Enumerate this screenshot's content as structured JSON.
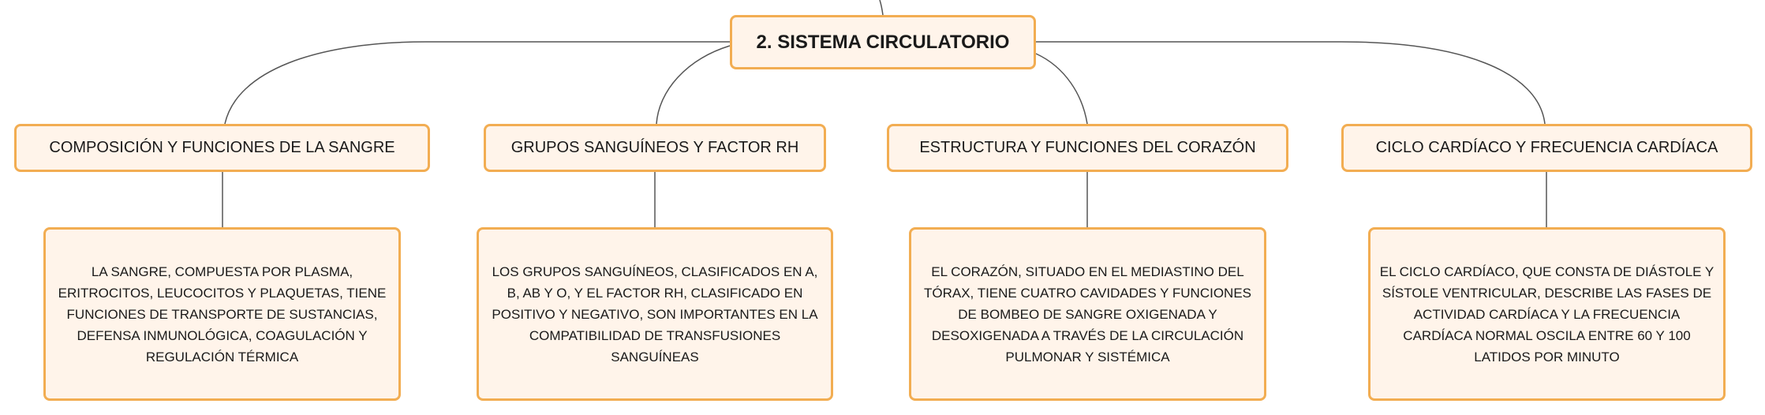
{
  "root": {
    "title": "2. SISTEMA CIRCULATORIO"
  },
  "branches": [
    {
      "topic": "COMPOSICIÓN Y FUNCIONES DE LA SANGRE",
      "detail": "LA SANGRE, COMPUESTA POR PLASMA, ERITROCITOS, LEUCOCITOS Y PLAQUETAS, TIENE FUNCIONES DE TRANSPORTE DE SUSTANCIAS, DEFENSA INMUNOLÓGICA, COAGULACIÓN Y REGULACIÓN TÉRMICA"
    },
    {
      "topic": "GRUPOS SANGUÍNEOS Y FACTOR RH",
      "detail": "LOS GRUPOS SANGUÍNEOS, CLASIFICADOS EN A, B, AB Y O, Y EL FACTOR RH, CLASIFICADO EN POSITIVO Y NEGATIVO, SON IMPORTANTES EN LA COMPATIBILIDAD DE TRANSFUSIONES SANGUÍNEAS"
    },
    {
      "topic": "ESTRUCTURA Y FUNCIONES DEL CORAZÓN",
      "detail": "EL CORAZÓN, SITUADO EN EL MEDIASTINO DEL TÓRAX, TIENE CUATRO CAVIDADES Y FUNCIONES DE BOMBEO DE SANGRE OXIGENADA Y DESOXIGENADA A TRAVÉS DE LA CIRCULACIÓN PULMONAR Y SISTÉMICA"
    },
    {
      "topic": "CICLO CARDÍACO Y FRECUENCIA CARDÍACA",
      "detail": "EL CICLO CARDÍACO, QUE CONSTA DE DIÁSTOLE Y SÍSTOLE VENTRICULAR, DESCRIBE LAS FASES DE ACTIVIDAD CARDÍACA Y LA FRECUENCIA CARDÍACA NORMAL OSCILA ENTRE 60 Y 100 LATIDOS POR MINUTO"
    }
  ],
  "colors": {
    "node_fill": "#fff4ea",
    "node_border": "#f2ad52",
    "connector": "#555555",
    "text": "#1a1a1a"
  }
}
